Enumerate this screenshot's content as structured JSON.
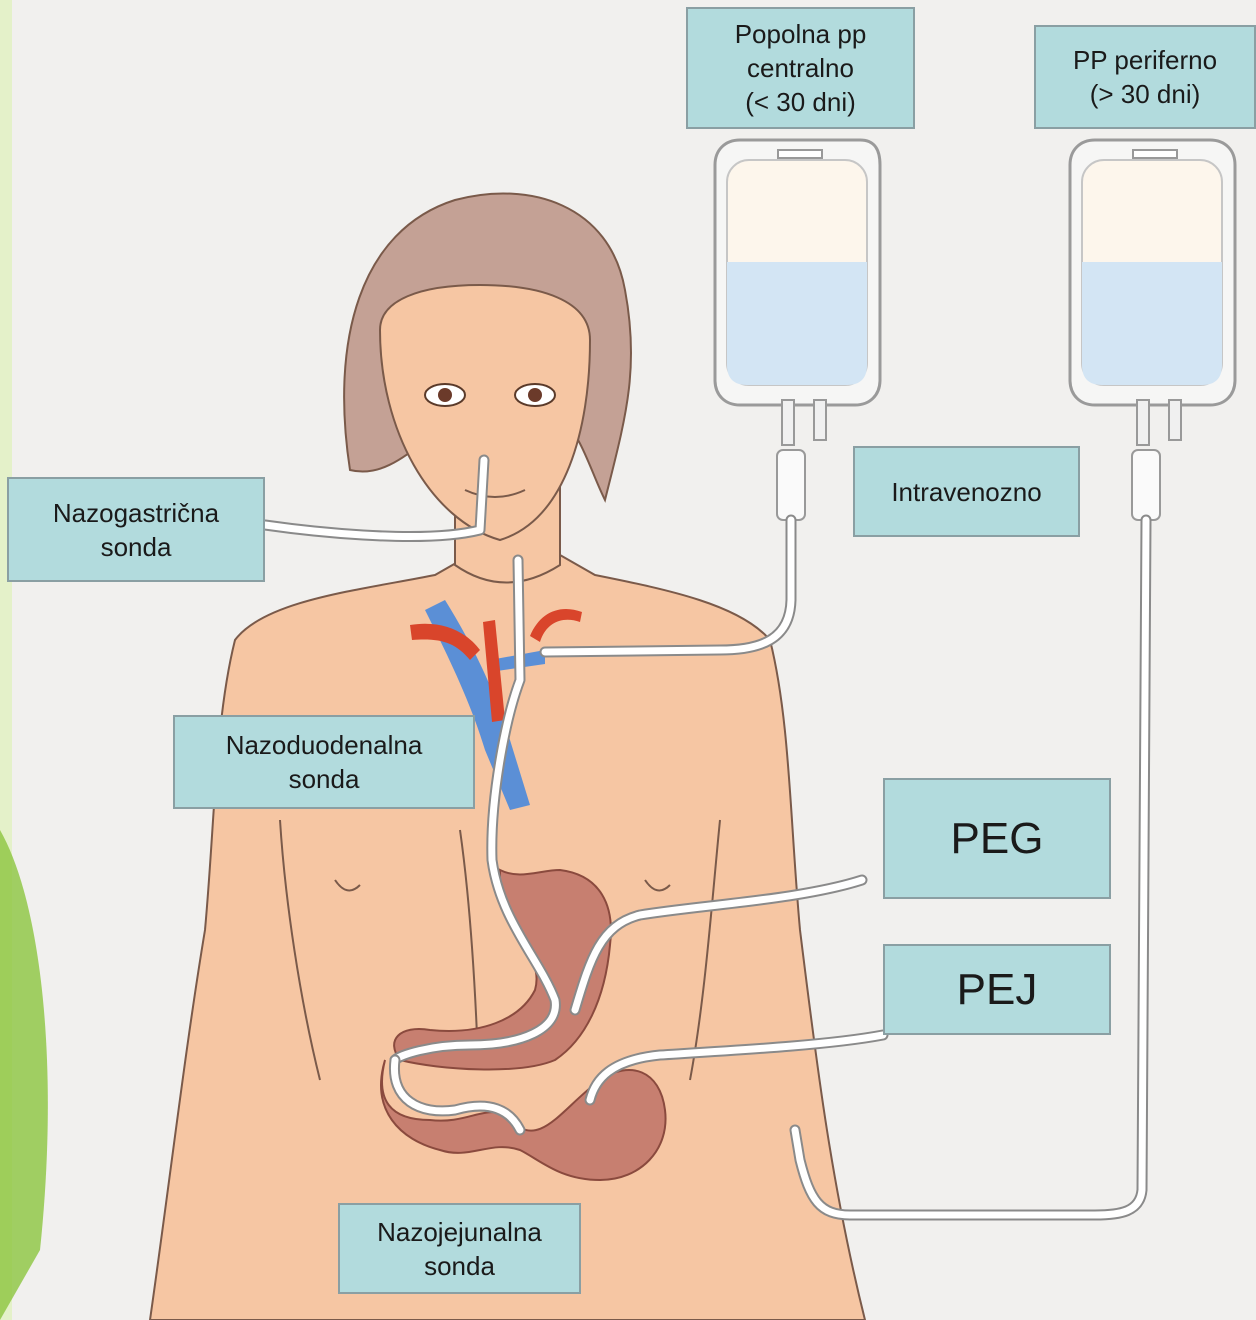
{
  "labels": {
    "tpn_central": "Popolna pp\ncentralno\n(< 30 dni)",
    "pp_peripheral": "PP periferno\n(> 30 dni)",
    "intravenous": "Intravenozno",
    "nasogastric": "Nazogastrična\nsonda",
    "nasoduodenal": "Nazoduodenalna\nsonda",
    "nasojejunal": "Nazojejunalna\nsonda",
    "peg": "PEG",
    "pej": "PEJ"
  },
  "colors": {
    "background": "#f1f0ee",
    "skin": "#f6c6a3",
    "hair": "#c4a195",
    "label_fill": "#b2dbdd",
    "label_border": "#8a9fa3",
    "vein": "#5b8fd6",
    "artery": "#d9452b",
    "stomach": "#c77f70",
    "fluid": "#d3e5f4",
    "tube": "#ffffff"
  }
}
